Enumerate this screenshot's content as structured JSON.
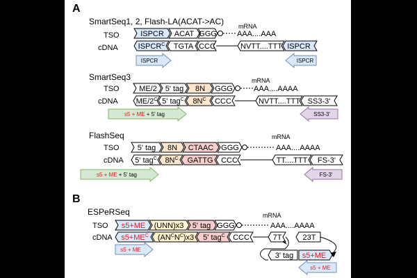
{
  "panels": {
    "a": "A",
    "b": "B"
  },
  "section1": {
    "title": "SmartSeq1, 2, Flash-LA(ACAT->AC)",
    "tso_label": "TSO",
    "cdna_label": "cDNA",
    "mrna_label": "mRNA",
    "polyA": "AAA....AAA",
    "tso_segments": [
      "ISPCR",
      "ACAT",
      "GGG"
    ],
    "cdna_segments": [
      "ISPCR",
      "TGTA",
      "CCC",
      "NVTT....TTT",
      "ISPCR"
    ],
    "cdna_sup": "C",
    "primer_left": "ISPCR",
    "primer_right": "ISPCR"
  },
  "section2": {
    "title": "SmartSeq3",
    "tso_label": "TSO",
    "cdna_label": "cDNA",
    "mrna_label": "mRNA",
    "polyA": "AAA....AAAA",
    "tso_segments": [
      "ME/2",
      "5' tag",
      "8N",
      "GGG"
    ],
    "cdna_segments": [
      "ME/2",
      "5' tag",
      "8N",
      "CCC",
      "NVTT....TTT",
      "SS3-3'"
    ],
    "cdna_sup": "C",
    "primer_left_red": "s5 + ME",
    "primer_left_black": " + 5' tag",
    "primer_right": "SS3-3'"
  },
  "section3": {
    "title": "FlashSeq",
    "tso_label": "TSO",
    "cdna_label": "cDNA",
    "mrna_label": "mRNA",
    "polyA": "AAA....AAAA",
    "tso_segments": [
      "5' tag",
      "8N",
      "CTAAC",
      "GGG"
    ],
    "cdna_segments": [
      "5' tag",
      "8N",
      "GATTG",
      "CCC",
      "TT....TTT",
      "FS-3'"
    ],
    "cdna_sup": "C",
    "primer_left_red": "s5 + ME",
    "primer_left_black": " + 5' tag",
    "primer_right": "FS-3'"
  },
  "section4": {
    "title": "ESPeRSeq",
    "tso_label": "TSO",
    "cdna_label": "cDNA",
    "mrna_label": "mRNA",
    "polyA": "AAA....AAAA",
    "tso_segments": [
      "s5+ME",
      "(UNN)x3",
      "5' tag",
      "GGG"
    ],
    "cdna_s5": "s5+ME",
    "cdna_anc_a": "(AN",
    "cdna_anc_b": "N",
    "cdna_anc_c": ")x3",
    "cdna_tag": "5' tag",
    "cdna_ccc": "CCC",
    "cdna_sup": "C",
    "seg_7t": "7T",
    "seg_23t": "23T",
    "seg_3tag": "3' tag",
    "seg_s5me": "s5+ME",
    "primer_left": "s5 + ME",
    "primer_right": "s5 + ME"
  },
  "colors": {
    "blue": "#dae8fc",
    "blue_stroke": "#6c8ebf",
    "yellow": "#fff2cc",
    "orange": "#ffe6cc",
    "red_fill": "#f8cecc",
    "green": "#d5e8d4",
    "purple": "#e1d5e7",
    "red_text": "#e61a1a"
  }
}
